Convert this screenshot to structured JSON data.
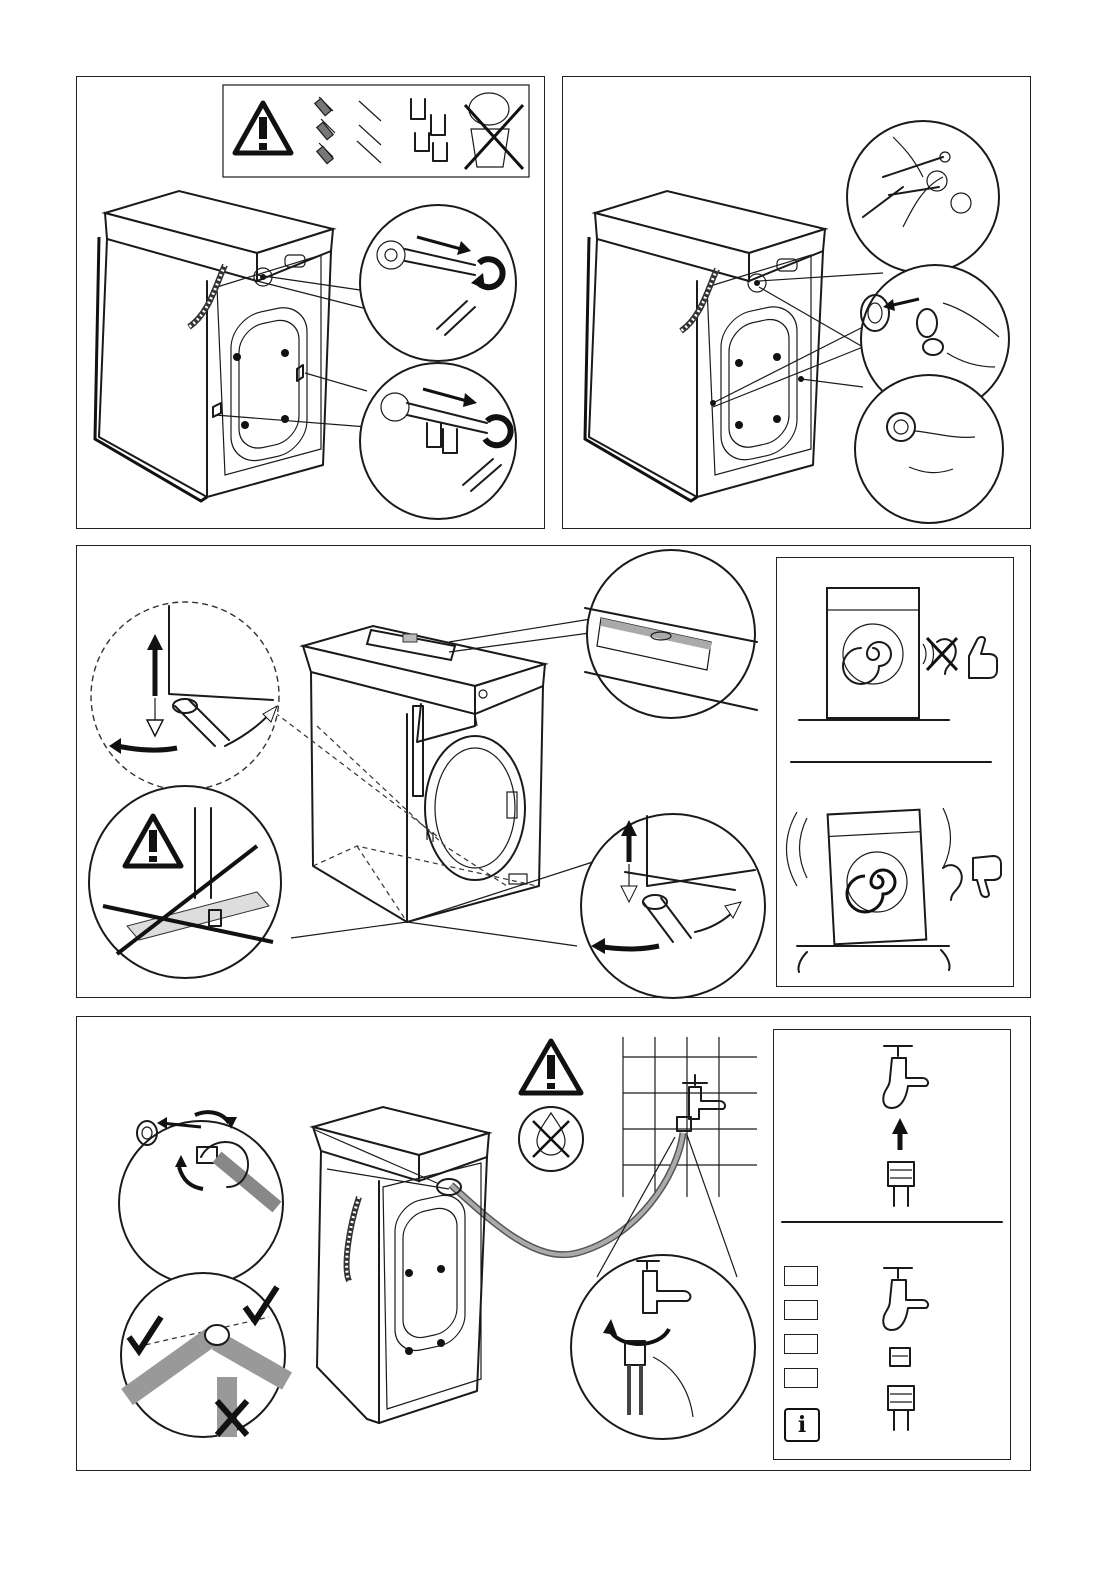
{
  "page": {
    "description_text": ""
  },
  "panels": [
    {
      "id": "remove-transit-bolts"
    },
    {
      "id": "fit-plastic-caps"
    },
    {
      "id": "levelling"
    },
    {
      "id": "water-inlet-hose"
    }
  ],
  "icons": {
    "warning": "warning-triangle-icon",
    "info": "info-icon",
    "thumb_up": "thumbs-up-icon",
    "thumb_down": "thumbs-down-icon",
    "no_hot_water": "no-hot-water-icon"
  },
  "checkbox_count": 4,
  "info_label": "i"
}
